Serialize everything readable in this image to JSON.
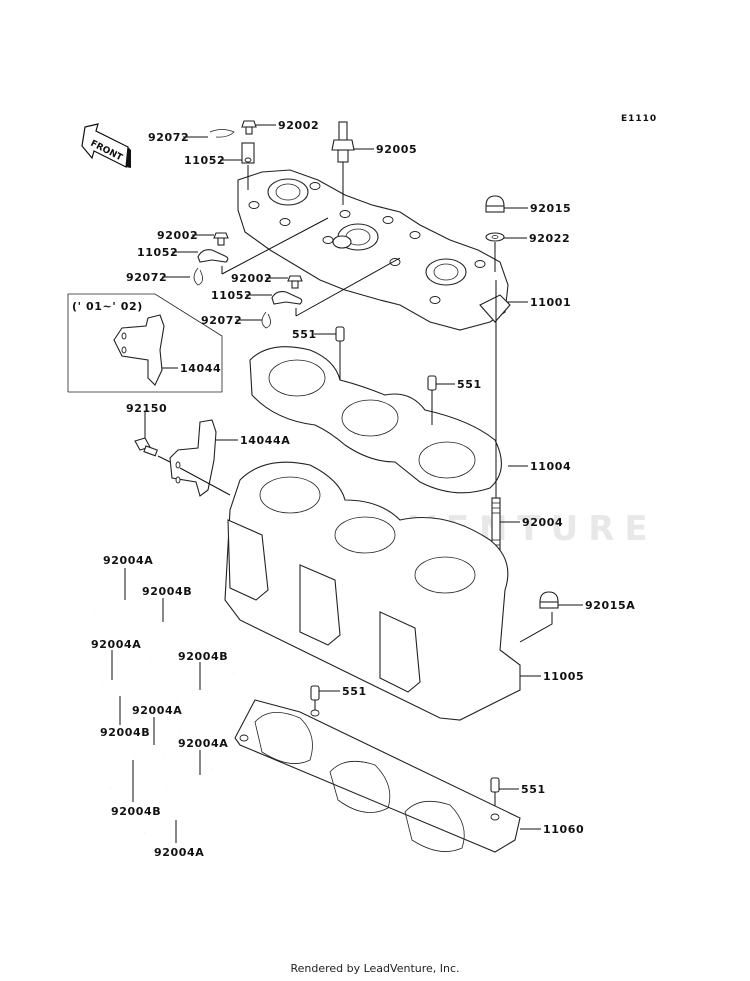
{
  "diagram": {
    "code": "E1110",
    "front_label": "FRONT",
    "inset_note": "(' 01~' 02)",
    "watermark": "LEADVENTURE",
    "footer": "Rendered by LeadVenture, Inc."
  },
  "parts": {
    "head_cap_nut": "92015",
    "head_washer": "92022",
    "cylinder_head": "11001",
    "head_gasket": "11004",
    "head_stud": "92004",
    "cylinder_cap_nut": "92015A",
    "cylinder": "11005",
    "dowel_pin": "551",
    "base_gasket": "11060",
    "bolt_top": "92002",
    "bracket_top": "11052",
    "clamp_top": "92072",
    "fitting": "92005",
    "bolt_mid": "92002",
    "bracket_mid": "11052",
    "clamp_mid": "92072",
    "bolt_low": "92002",
    "bracket_low": "11052",
    "clamp_low": "92072",
    "bracket_inset": "14044",
    "bracket_a": "14044A",
    "bracket_bolt": "92150",
    "stud_a": "92004A",
    "stud_b": "92004B"
  }
}
